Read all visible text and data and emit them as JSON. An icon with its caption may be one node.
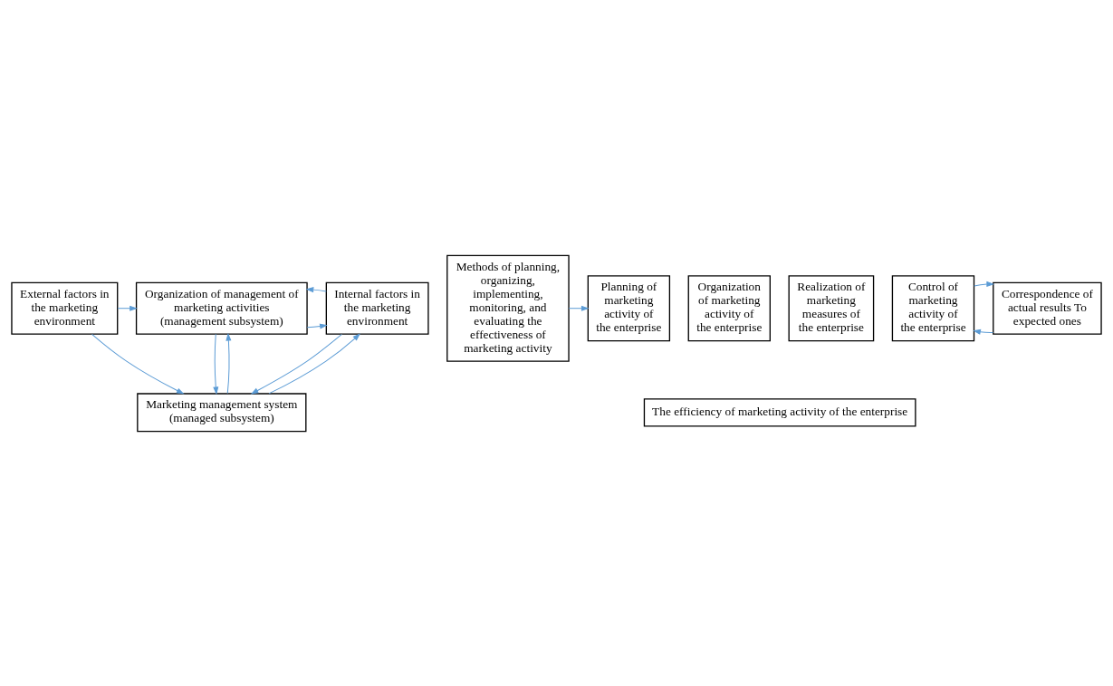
{
  "diagram": {
    "nodes": [
      {
        "text": [
          "External factors in the marketing environment"
        ]
      },
      {
        "text": [
          "Organization of management of marketing activities (management subsystem)"
        ]
      },
      {
        "text": [
          "Internal factors in the marketing environment"
        ]
      },
      {
        "text": [
          "Marketing management system (managed subsystem)"
        ]
      },
      {
        "text": [
          "Methods of planning, organizing, implementing, monitoring, and evaluating the effectiveness of marketing activity"
        ]
      },
      {
        "text": [
          "Planning of marketing activity of the enterprise"
        ]
      },
      {
        "text": [
          "Organization of marketing activity of the enterprise"
        ]
      },
      {
        "text": [
          "Realization of marketing measures of the enterprise"
        ]
      },
      {
        "text": [
          "Control of marketing activity of the enterprise"
        ]
      },
      {
        "text": [
          "Correspondence of actual results To expected ones"
        ]
      },
      {
        "text": [
          "The efficiency of marketing activity of the enterprise"
        ]
      }
    ],
    "edges": [
      {
        "from": 0,
        "to": 1,
        "arrow": "to"
      },
      {
        "from": 1,
        "to": 2,
        "arrow": "to"
      },
      {
        "from": 2,
        "to": 1,
        "arrow": "to"
      },
      {
        "from": 0,
        "to": 3,
        "arrow": "to"
      },
      {
        "from": 1,
        "to": 3,
        "arrow": "to"
      },
      {
        "from": 3,
        "to": 1,
        "arrow": "to"
      },
      {
        "from": 2,
        "to": 3,
        "arrow": "to"
      },
      {
        "from": 3,
        "to": 2,
        "arrow": "to"
      },
      {
        "from": 4,
        "to": 5,
        "arrow": "to"
      },
      {
        "from": 9,
        "to": 8,
        "arrow": "to"
      },
      {
        "from": 8,
        "to": 9,
        "arrow": "to"
      }
    ]
  }
}
